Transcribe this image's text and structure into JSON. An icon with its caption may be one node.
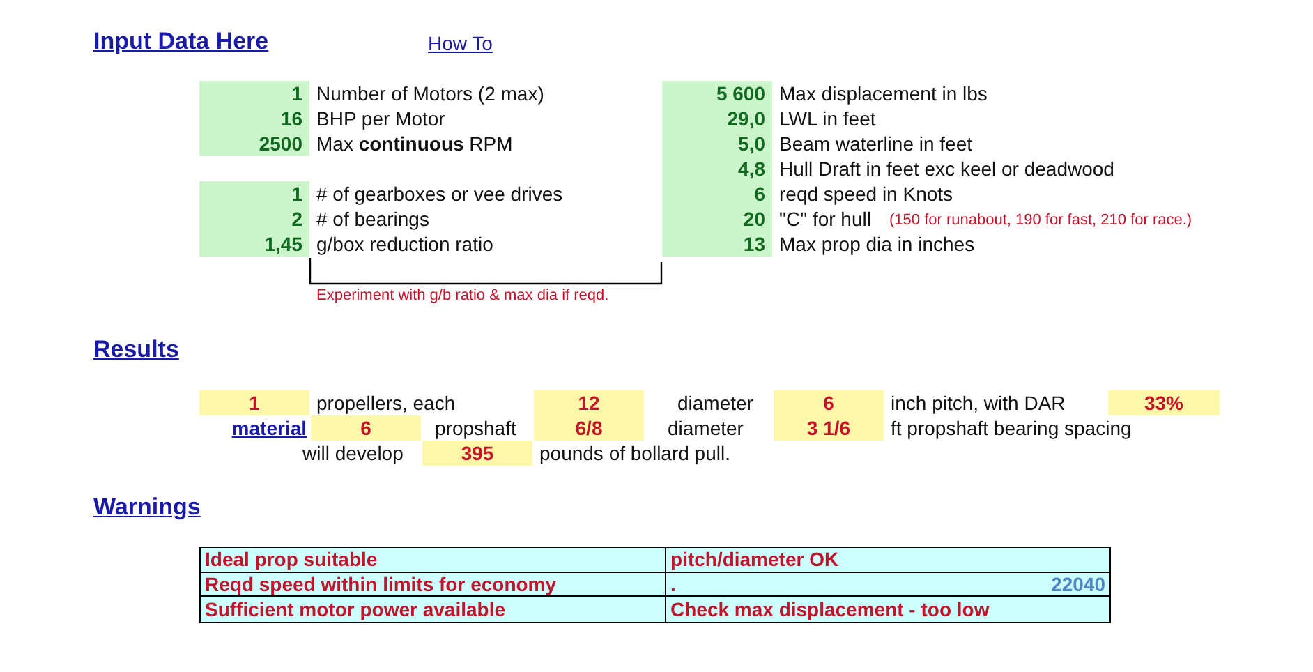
{
  "diagram": {
    "labels": [
      "Input Data Here",
      "How To",
      "1",
      "Number of Motors (2 max)",
      "5 600",
      "Max displacement in lbs",
      "16",
      "BHP per Motor",
      "29,0",
      "LWL in feet",
      "2500",
      "Max **continuous** RPM",
      "5,0",
      "Beam waterline in feet",
      "4,8",
      "Hull Draft in feet exc keel or deadwood",
      "1",
      "# of gearboxes or vee drives",
      "6",
      "reqd speed in Knots",
      "2",
      "# of bearings",
      "20",
      "\"C\" for hull",
      "(150 for runabout, 190 for fast, 210 for race.)",
      "1,45",
      "g/box reduction ratio",
      "13",
      "Max prop dia in inches",
      "Experiment with g/b ratio & max dia if reqd.",
      "Results",
      "1",
      "propellers, each",
      "12",
      "diameter",
      "6",
      "inch pitch, with DAR",
      "33%",
      "material",
      "6",
      "propshaft",
      "6/8",
      "diameter",
      "3 1/6",
      "ft propshaft bearing spacing",
      "will develop",
      "395",
      "pounds of bollard pull.",
      "Warnings",
      "Ideal prop suitable",
      "pitch/diameter OK",
      "Reqd speed within limits for economy",
      ".",
      "22040",
      "Sufficient motor power available",
      "Check max displacement - too low"
    ]
  }
}
